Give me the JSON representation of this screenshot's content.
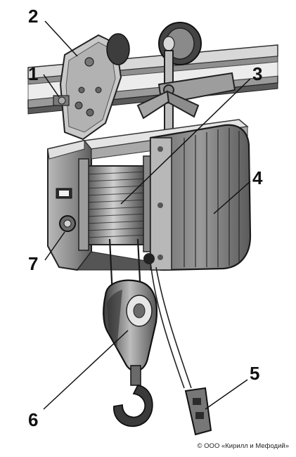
{
  "figure": {
    "labels": {
      "n1": "1",
      "n2": "2",
      "n3": "3",
      "n4": "4",
      "n5": "5",
      "n6": "6",
      "n7": "7"
    },
    "copyright": "© ООО «Кирилл и Мефодий»"
  }
}
